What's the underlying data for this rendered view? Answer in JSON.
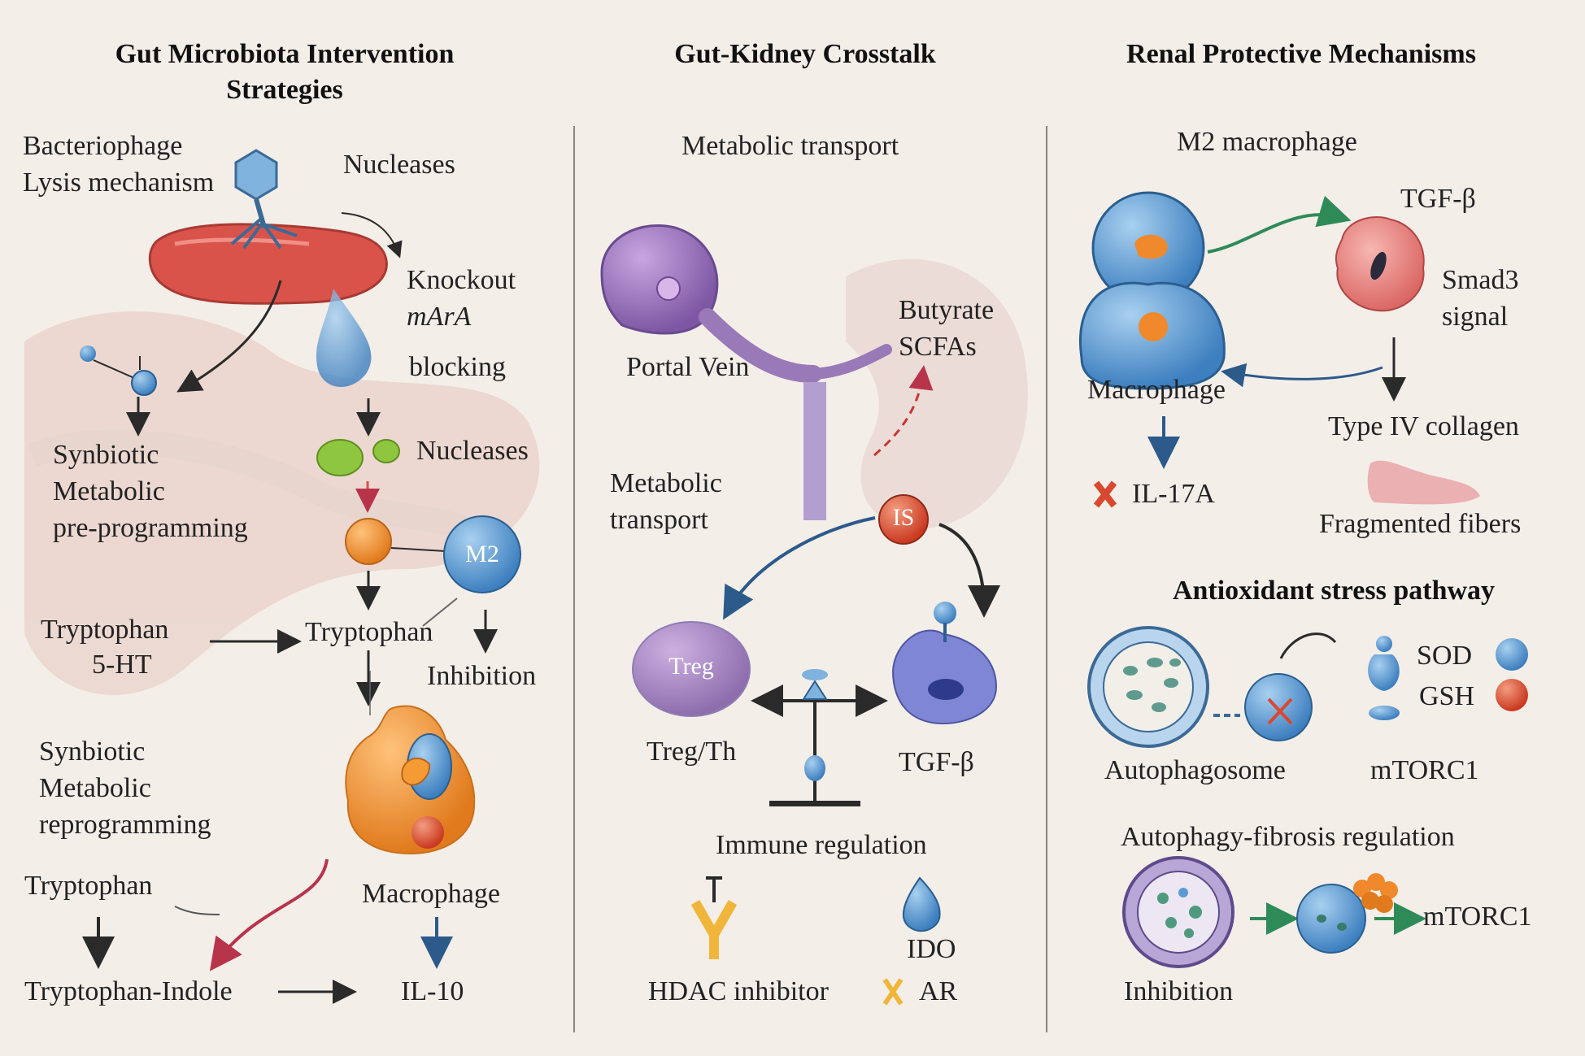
{
  "headers": {
    "left_line1": "Gut Microbiota Intervention",
    "left_line2": "Strategies",
    "center": "Gut-Kidney Crosstalk",
    "right": "Renal Protective Mechanisms"
  },
  "left": {
    "bacteriophage": "Bacteriophage",
    "lysis": "Lysis mechanism",
    "nucleases_top": "Nucleases",
    "knockout": "Knockout",
    "mara": "mArA",
    "blocking": "blocking",
    "synbiotic1": "Synbiotic",
    "metabolic1": "Metabolic",
    "preprog": "pre-programming",
    "nucleases_mid": "Nucleases",
    "m2": "M2",
    "tryptophan_a": "Tryptophan",
    "ht5": "5-HT",
    "tryptophan_b": "Tryptophan",
    "inhibition": "Inhibition",
    "synbiotic2": "Synbiotic",
    "metabolic2": "Metabolic",
    "reprog": "reprogramming",
    "tryptophan_c": "Tryptophan",
    "macrophage": "Macrophage",
    "trp_indole": "Tryptophan-Indole",
    "il10": "IL-10"
  },
  "center": {
    "metabolic_transport_top": "Metabolic transport",
    "portal_vein": "Portal Vein",
    "butyrate": "Butyrate",
    "scfas": "SCFAs",
    "metabolic": "Metabolic",
    "transport": "transport",
    "is": "IS",
    "treg": "Treg",
    "treg_th": "Treg/Th",
    "tgfb": "TGF-β",
    "immune_regulation": "Immune regulation",
    "hdac": "HDAC inhibitor",
    "ido": "IDO",
    "ar": "AR"
  },
  "right": {
    "m2_macrophage": "M2 macrophage",
    "tgfb": "TGF-β",
    "smad3": "Smad3",
    "signal": "signal",
    "macrophage": "Macrophage",
    "type4": "Type IV collagen",
    "il17a": "IL-17A",
    "fragmented": "Fragmented fibers",
    "antioxidant": "Antioxidant stress pathway",
    "sod": "SOD",
    "gsh": "GSH",
    "autophagosome": "Autophagosome",
    "mtorc1_a": "mTORC1",
    "autophagy_fibrosis": "Autophagy-fibrosis regulation",
    "mtorc1_b": "mTORC1",
    "inhibition": "Inhibition"
  },
  "colors": {
    "background": "#f4eee9",
    "bacteria": "#d9534a",
    "nucleases": "#8ec63f",
    "m2_node": "#5b9bd5",
    "orange_node": "#f0892c",
    "macrophage_body": "#f3a447",
    "portal": "#9a79b8",
    "is_node": "#d9482f",
    "treg": "#a49ad0",
    "tgfb_cell": "#7f86d6",
    "right_macrophage": "#6aa6d9",
    "smad_cell": "#e58a8a",
    "gsh": "#e0523a"
  }
}
